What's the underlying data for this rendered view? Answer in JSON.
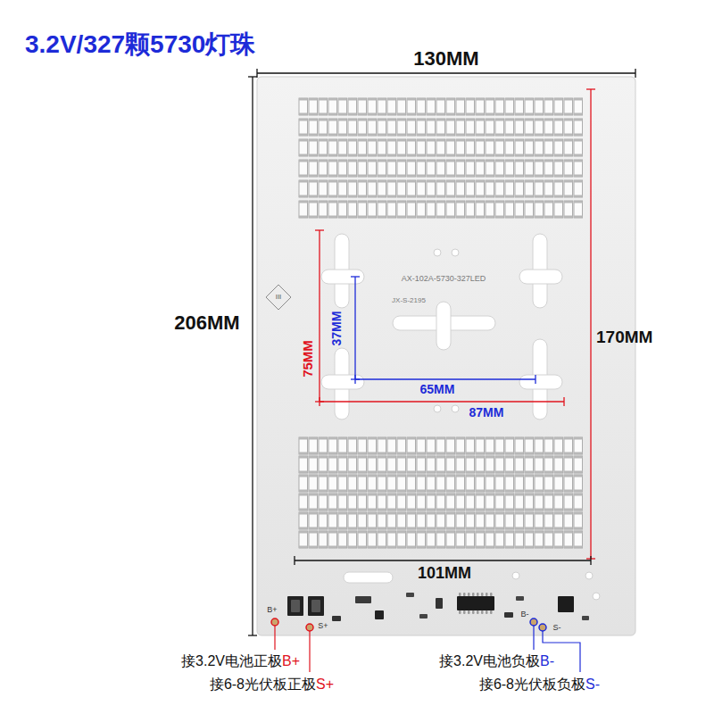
{
  "diagram": {
    "title": "3.2V/327颗5730灯珠",
    "labels": [
      "130MM",
      "206MM",
      "170MM",
      "37MM",
      "75MM",
      "65MM",
      "87MM",
      "101MM",
      "AX-102A-5730-327LED",
      "JX-S-2195",
      "III",
      "B+",
      "S+",
      "B-",
      "S-",
      "接3.2V电池正极",
      "B+",
      "接6-8光伏板正极",
      "S+",
      "接3.2V电池负极",
      "B-",
      "接6-8光伏板负极",
      "S-"
    ]
  }
}
